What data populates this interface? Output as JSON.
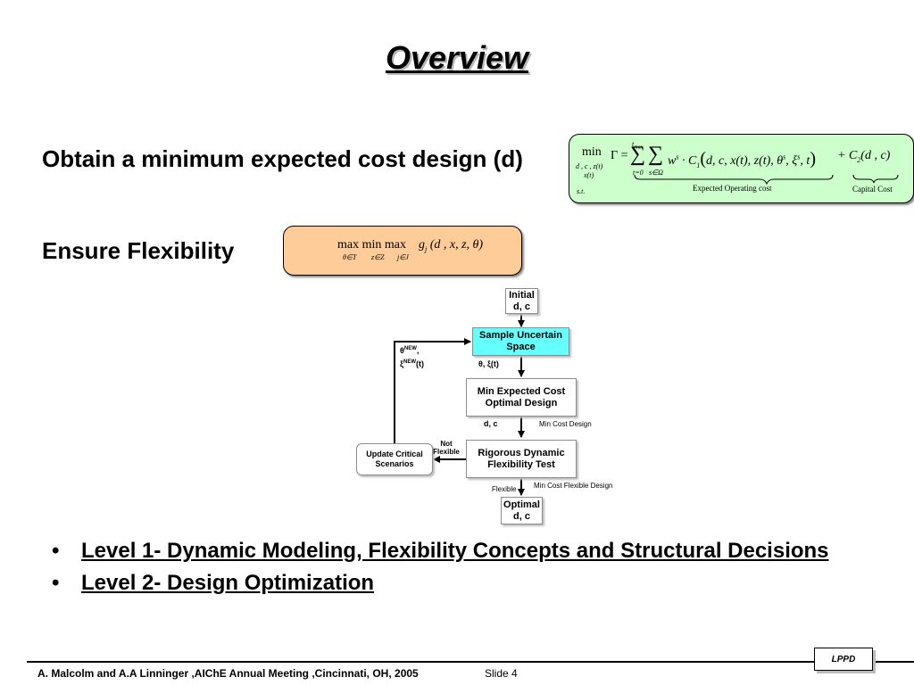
{
  "title": "Overview",
  "heading1": "Obtain a minimum expected cost design (d)",
  "heading2": "Ensure Flexibility",
  "objective": {
    "min": "min",
    "min_sub": "d , c , z(t)",
    "min_sub2": "x(t)",
    "gamma_eq": "Γ =",
    "sum1_top": "t",
    "sum1_top_sub": "max",
    "sum1_bottom": "t=0",
    "sum2_bottom": "s∈Ω",
    "expr": "w",
    "expr_sup": "s",
    "expr_mid": "· C",
    "expr_sub1": "1",
    "expr_args": "d, c, x(t), z(t), θ",
    "expr_args_sup": "s",
    "expr_args2": ", ξ",
    "expr_args2_sup": "s",
    "expr_args3": ", t",
    "plus": "+ C",
    "c2_sub": "2",
    "c2_args": "(d , c)",
    "st": "s.t.",
    "brace1_label": "Expected Operating cost",
    "brace2_label": "Capital Cost",
    "box_color": "#ccffcc"
  },
  "flex": {
    "expr": "max min max",
    "sub1": "θ∈T",
    "sub2": "z∈Z",
    "sub3": "j∈J",
    "g": "g",
    "g_sub": "j",
    "args": "(d , x, z, θ)",
    "box_color": "#fdcc99"
  },
  "flowchart": {
    "initial": [
      "Initial",
      "d, c"
    ],
    "sample": [
      "Sample Uncertain",
      "Space"
    ],
    "sample_color": "#66ffff",
    "min_cost": [
      "Min Expected Cost",
      "Optimal Design"
    ],
    "rigorous": [
      "Rigorous Dynamic",
      "Flexibility Test"
    ],
    "update": [
      "Update Critical",
      "Scenarios"
    ],
    "optimal": [
      "Optimal",
      "d, c"
    ],
    "lbl_theta_xi": "θ, ξ(t)",
    "lbl_dc": "d, c",
    "lbl_min_cost_design": "Min Cost  Design",
    "lbl_not_flexible": [
      "Not",
      "Flexible"
    ],
    "lbl_flexible": "Flexible",
    "lbl_min_cost_flexible": "Min Cost Flexible Design",
    "lbl_theta_new": "θ",
    "lbl_theta_new_sup": "NEW",
    "lbl_xi_new": "ξ",
    "lbl_xi_new_sup": "NEW",
    "lbl_xi_new_tail": "(t)"
  },
  "bullets": [
    "Level 1- Dynamic Modeling, Flexibility Concepts and Structural Decisions",
    "Level 2- Design Optimization"
  ],
  "bullet_symbol": "•",
  "footer": "A. Malcolm and A.A Linninger ,AIChE Annual Meeting ,Cincinnati, OH, 2005",
  "slide_number": "Slide 4",
  "logo_text": "LPPD"
}
